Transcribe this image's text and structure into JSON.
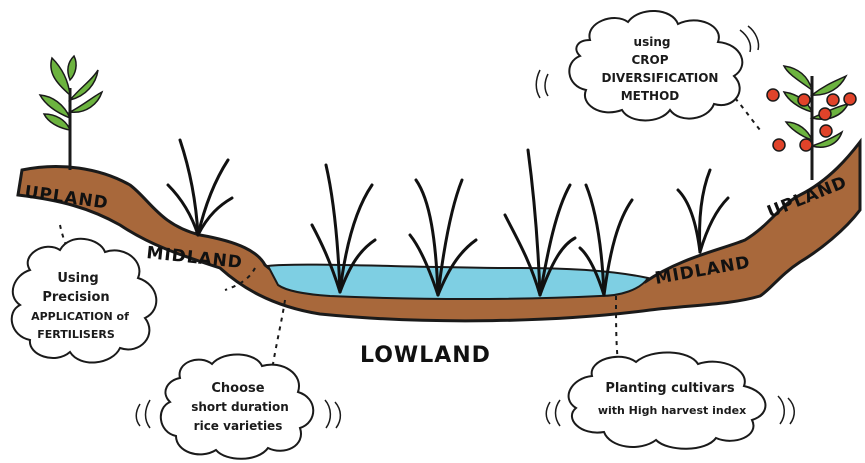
{
  "zones": {
    "upland_left": "UPLAND",
    "midland_left": "MIDLAND",
    "lowland": "LOWLAND",
    "midland_right": "MIDLAND",
    "upland_right": "UPLAND"
  },
  "bubbles": {
    "precision": [
      "Using",
      "Precision",
      "APPLICATION of",
      "FERTILISERS"
    ],
    "crop": [
      "using",
      "CROP",
      "DIVERSIFICATION",
      "METHOD"
    ],
    "short_duration": [
      "Choose",
      "short duration",
      "rice varieties"
    ],
    "cultivars": [
      "Planting cultivars",
      "with High harvest index"
    ]
  },
  "colors": {
    "soil": "#a8683b",
    "soil_outline": "#1a1a1a",
    "water": "#7ecfe3",
    "leaf": "#6cb33f",
    "tomato": "#e0432a",
    "ink": "#1b1b1b"
  }
}
